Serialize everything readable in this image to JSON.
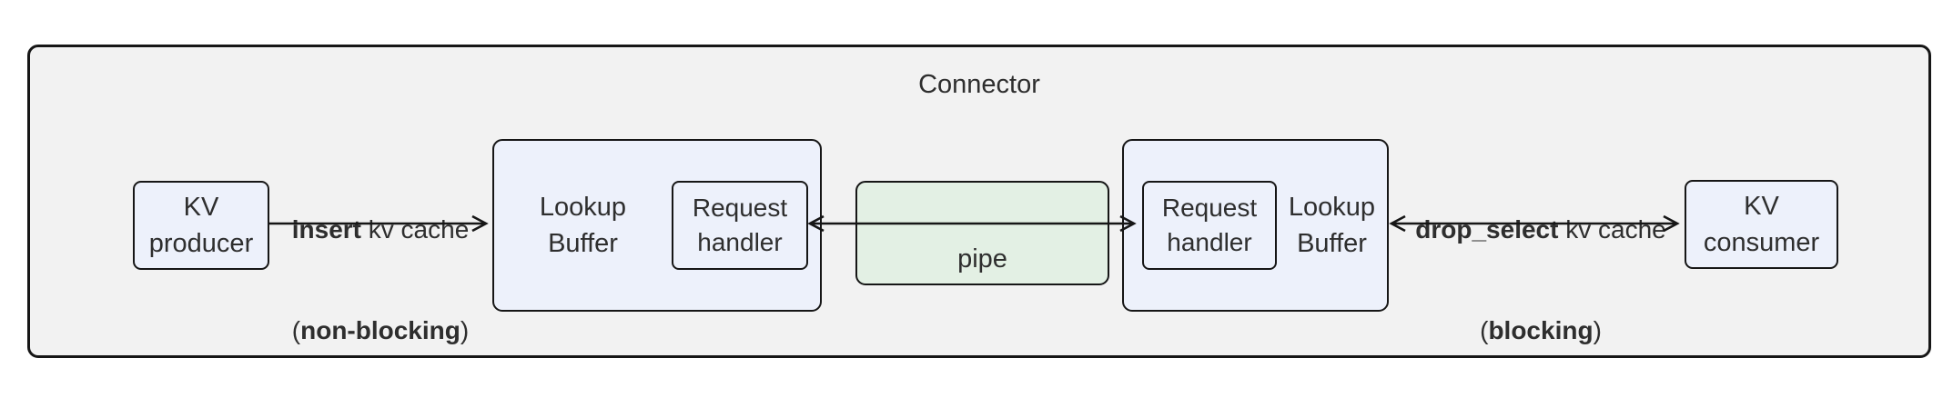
{
  "colors": {
    "canvas_bg": "#ffffff",
    "container_bg": "#f2f2f2",
    "node_bg": "#edf1fb",
    "pipe_bg": "#e3f0e4",
    "border": "#161616",
    "arrow": "#161616",
    "text": "#2e2e2e"
  },
  "connector": {
    "title": "Connector"
  },
  "nodes": {
    "kv_producer": {
      "label": "KV producer"
    },
    "lookup_buffer_left": {
      "label": "Lookup Buffer"
    },
    "request_handler_left": {
      "label": "Request handler"
    },
    "pipe": {
      "label": "pipe"
    },
    "request_handler_right": {
      "label": "Request handler"
    },
    "lookup_buffer_right": {
      "label": "Lookup Buffer"
    },
    "kv_consumer": {
      "label": "KV consumer"
    }
  },
  "edges": {
    "insert": {
      "verb": "insert",
      "object": " kv cache",
      "open": "(",
      "qualifier": "non-blocking",
      "close": ")"
    },
    "drop_select": {
      "verb": "drop_select",
      "object": " kv cache",
      "open": "(",
      "qualifier": "blocking",
      "close": ")"
    }
  }
}
